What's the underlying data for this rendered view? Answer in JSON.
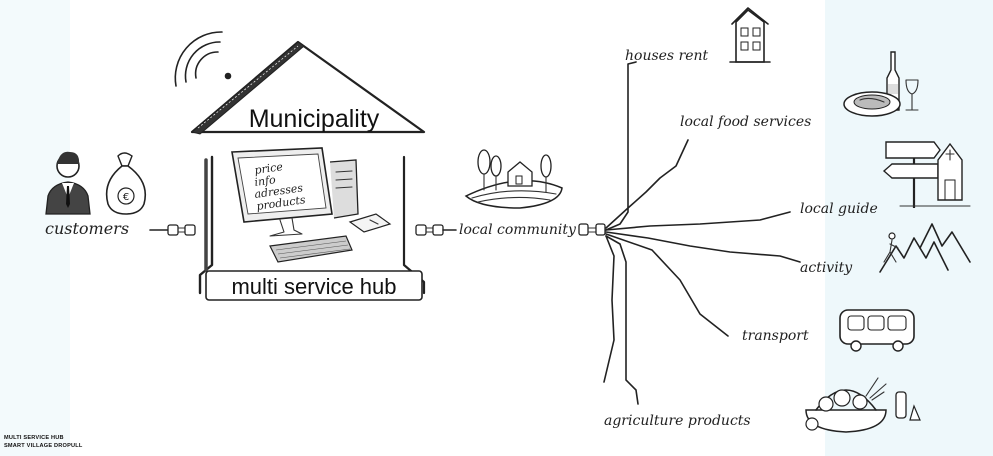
{
  "hub": {
    "roof_label": "Municipality",
    "hub_label": "multi service hub",
    "screen_lines": [
      "price",
      "info",
      "adresses",
      "products"
    ]
  },
  "left": {
    "customers_label": "customers"
  },
  "center": {
    "community_label": "local community"
  },
  "services": [
    {
      "label": "houses rent",
      "icon": "house-icon"
    },
    {
      "label": "local food services",
      "icon": "food-plate-icon"
    },
    {
      "label": "local guide",
      "icon": "signpost-icon"
    },
    {
      "label": "activity",
      "icon": "hiker-mountain-icon"
    },
    {
      "label": "transport",
      "icon": "bus-icon"
    },
    {
      "label": "agriculture products",
      "icon": "produce-basket-icon"
    }
  ],
  "footer": {
    "line1": "MULTI SERVICE HUB",
    "line2": "SMART VILLAGE DROPULL"
  },
  "colors": {
    "ink": "#222222",
    "background": "#ffffff",
    "tint": "#eef8fb"
  }
}
